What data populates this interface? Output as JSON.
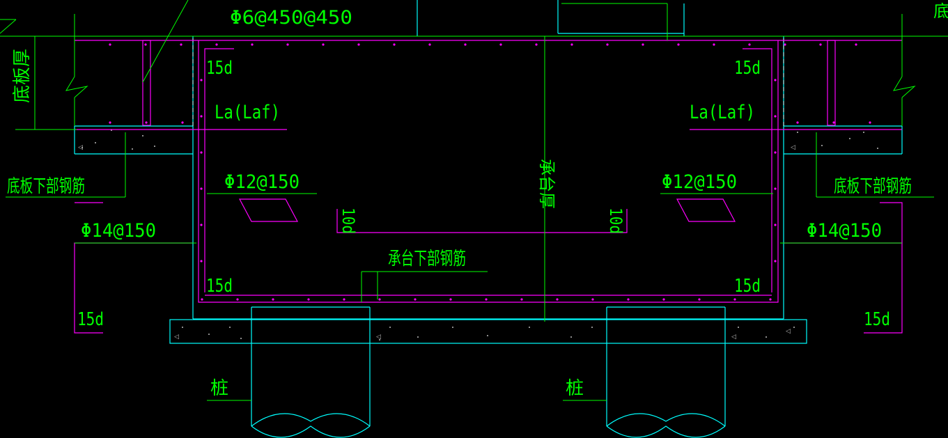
{
  "colors": {
    "background": "#000000",
    "structure": "#00ffff",
    "rebar": "#ff00ff",
    "dimension": "#00ff00",
    "text": "#00ff00"
  },
  "labels": {
    "top_rebar": "Φ6@450@450",
    "corner_right_fragment": "底",
    "slab_thickness": "底板厚",
    "left_15d_top": "15d",
    "right_15d_top": "15d",
    "left_la": "La(Laf)",
    "right_la": "La(Laf)",
    "left_slab_bottom": "底板下部钢筋",
    "right_slab_bottom": "底板下部钢筋",
    "left_phi12": "Φ12@150",
    "right_phi12": "Φ12@150",
    "cap_thickness": "承台厚",
    "left_10d": "10d",
    "right_10d": "10d",
    "left_phi14": "Φ14@150",
    "right_phi14": "Φ14@150",
    "cap_bottom": "承台下部钢筋",
    "left_15d_bottom": "15d",
    "right_15d_bottom": "15d",
    "left_15d_outer": "15d",
    "right_15d_outer": "15d",
    "left_pile": "桩",
    "right_pile": "桩"
  }
}
